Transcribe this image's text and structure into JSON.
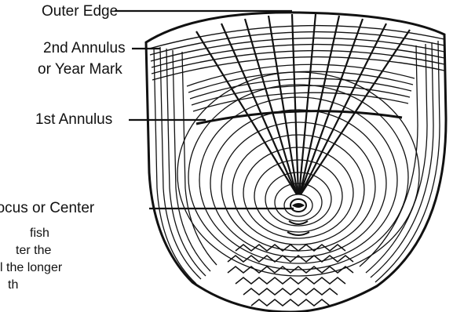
{
  "labels": {
    "outer_edge": "Outer Edge",
    "second_annulus_line1": "2nd Annulus",
    "second_annulus_line2": "or Year Mark",
    "first_annulus": "1st Annulus",
    "focus": "Focus or Center"
  },
  "caption_lines": [
    "fish",
    "ter the",
    "l the longer",
    "th"
  ],
  "colors": {
    "ink": "#111111",
    "background": "#ffffff"
  }
}
